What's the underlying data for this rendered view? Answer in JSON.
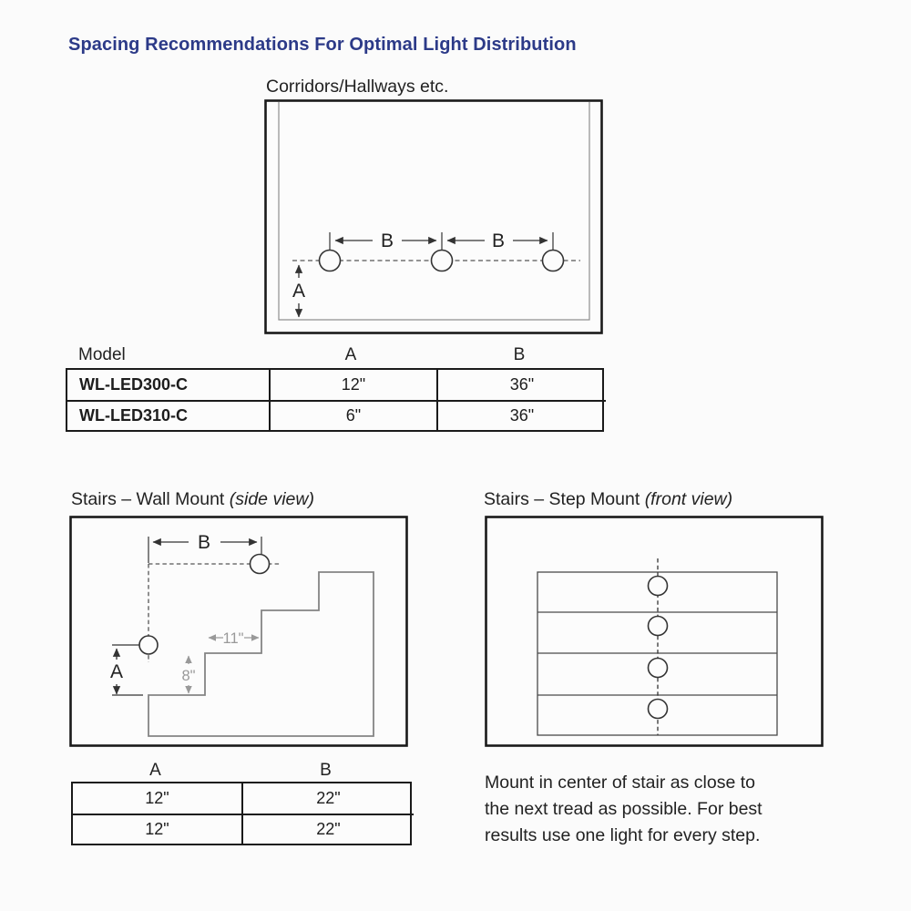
{
  "page": {
    "title": "Spacing Recommendations For Optimal Light Distribution",
    "title_color": "#2c3a88",
    "background": "#fbfbfb"
  },
  "corridor": {
    "heading": "Corridors/Hallways etc.",
    "dim_a": "A",
    "dim_b": "B",
    "lights_count": 3
  },
  "model_table": {
    "headers": {
      "model": "Model",
      "a": "A",
      "b": "B"
    },
    "rows": [
      {
        "model": "WL-LED300-C",
        "a": "12\"",
        "b": "36\""
      },
      {
        "model": "WL-LED310-C",
        "a": "6\"",
        "b": "36\""
      }
    ]
  },
  "stairs_side": {
    "heading": "Stairs – Wall Mount",
    "heading_sub": "(side view)",
    "dim_a": "A",
    "dim_b": "B",
    "tread_depth": "11\"",
    "riser_height": "8\""
  },
  "stairs_front": {
    "heading": "Stairs – Step Mount",
    "heading_sub": "(front view)",
    "steps_count": 4
  },
  "stairs_table": {
    "headers": {
      "a": "A",
      "b": "B"
    },
    "rows": [
      {
        "a": "12\"",
        "b": "22\""
      },
      {
        "a": "12\"",
        "b": "22\""
      }
    ]
  },
  "note": {
    "lines": [
      "Mount in center of stair as close to",
      "the next tread as possible. For best",
      "results use one light for every step."
    ]
  },
  "colors": {
    "box_border": "#1a1a1a",
    "wall_line": "#8f8f8f",
    "dashed_line": "#555555",
    "dimension_dark": "#333333",
    "dimension_gray": "#999999",
    "stair_profile": "#848484"
  }
}
